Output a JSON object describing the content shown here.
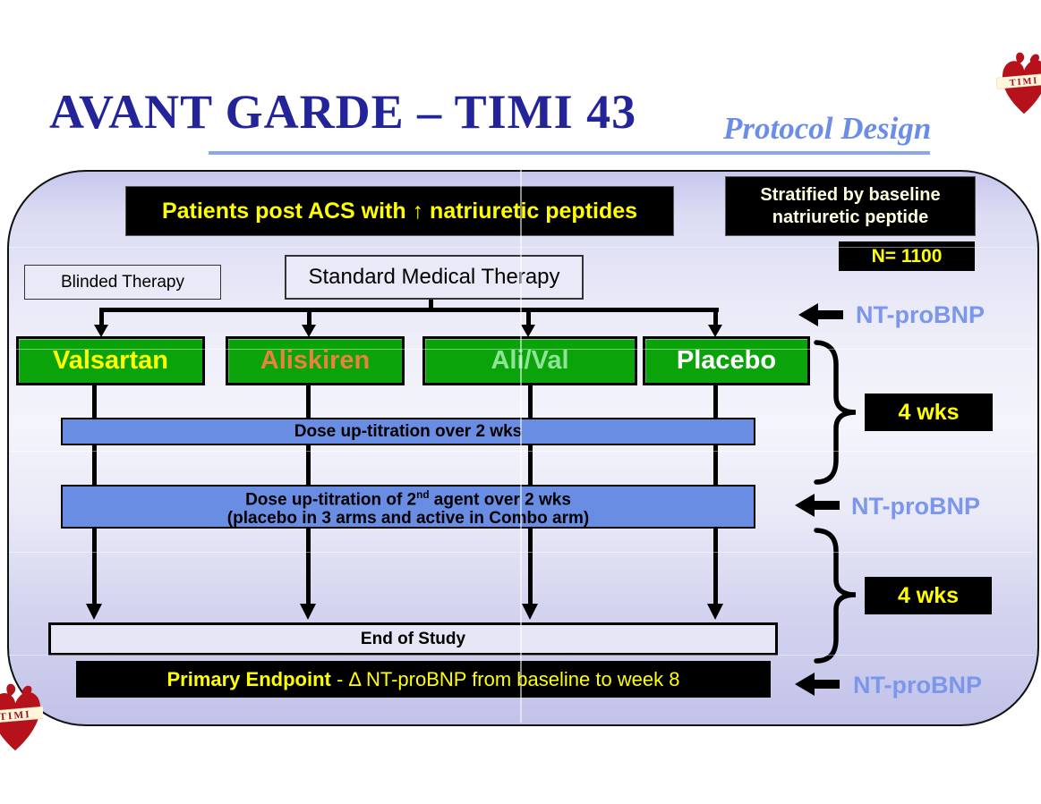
{
  "header": {
    "title": "AVANT GARDE – TIMI 43",
    "subtitle": "Protocol Design"
  },
  "logo": {
    "label": "TIMI"
  },
  "flow": {
    "patients_box": "Patients post ACS with ↑ natriuretic peptides",
    "stratified_box": "Stratified by baseline\nnatriuretic peptide",
    "n_box": "N= 1100",
    "blinded_box": "Blinded Therapy",
    "standard_box": "Standard Medical Therapy",
    "arms": [
      {
        "label": "Valsartan",
        "text_color": "#FFFF00"
      },
      {
        "label": "Aliskiren",
        "text_color": "#E8823C"
      },
      {
        "label": "Ali/Val",
        "text_color": "#8FE397"
      },
      {
        "label": "Placebo",
        "text_color": "#FFFFFF"
      }
    ],
    "titration1": "Dose up-titration over 2 wks",
    "titration2": {
      "line1_pre": "Dose up-titration of 2",
      "line1_sup": "nd",
      "line1_post": " agent over 2 wks",
      "line2": "(placebo in 3 arms and active in Combo arm)"
    },
    "end_box": "End of Study",
    "primary": {
      "bold": "Primary Endpoint",
      "rest": " - Δ NT-proBNP from baseline to week 8"
    }
  },
  "annotations": {
    "nt_probnp": "NT-proBNP",
    "wks": "4 wks"
  },
  "colors": {
    "title_navy": "#23239A",
    "subtitle_blue": "#6B8DE8",
    "underline_blue": "#8CA6EC",
    "container_lavender": "#D9D9F3",
    "arm_green": "#0AA30A",
    "bar_blue": "#6A8DE4",
    "highlight_yellow": "#FFFF00",
    "cream": "#FFFFDD",
    "nt_blue": "#7B97EC",
    "logo_red": "#B5121B"
  }
}
